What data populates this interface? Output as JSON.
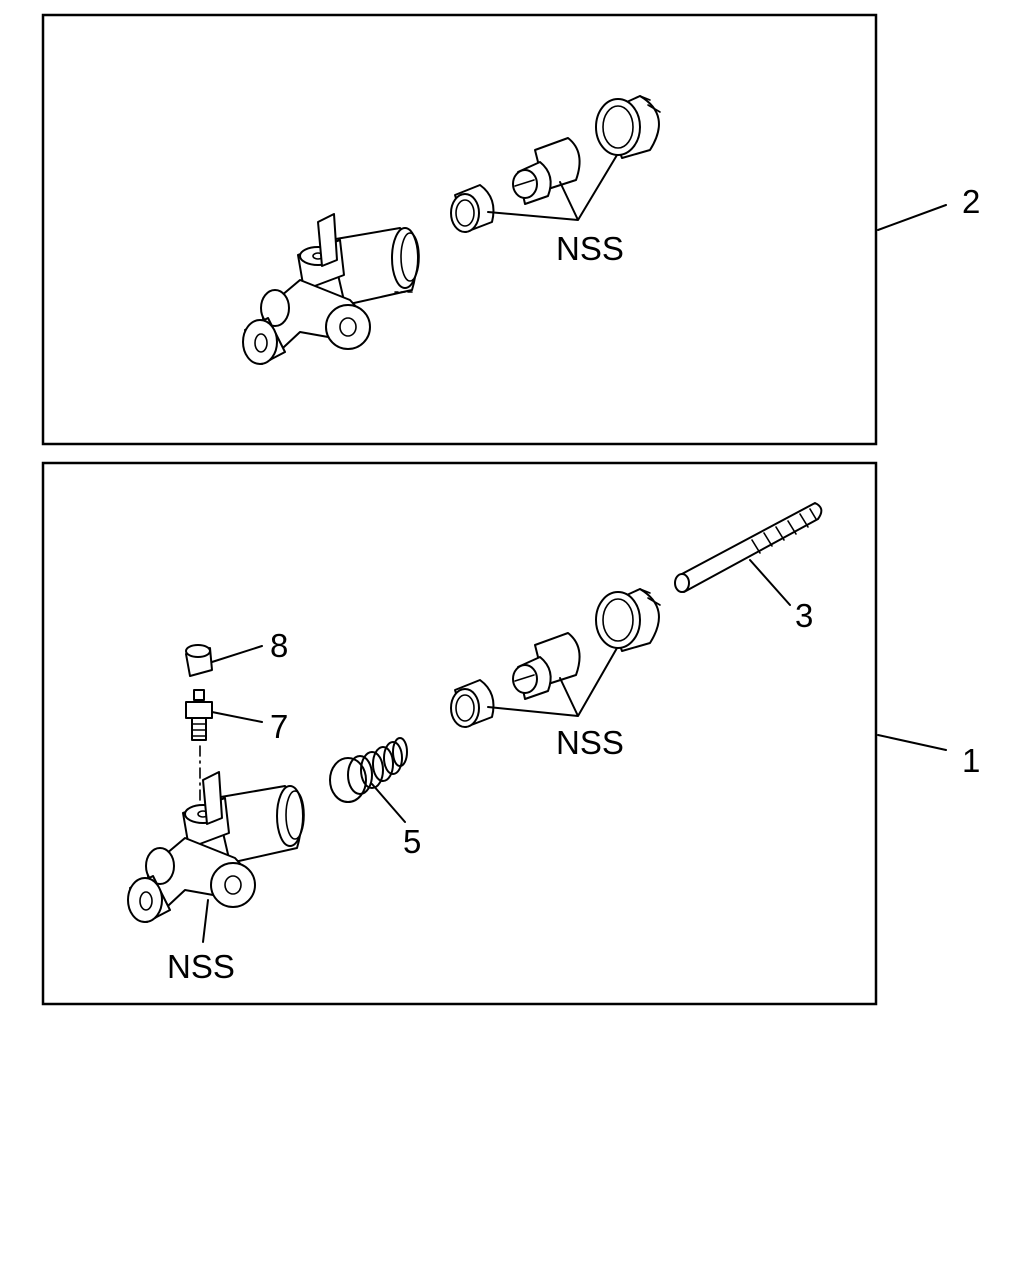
{
  "labels": {
    "assembly_upper": "2",
    "assembly_lower": "1",
    "nss_upper": "NSS",
    "nss_lower_kit": "NSS",
    "nss_lower_body": "NSS",
    "push_rod": "3",
    "spring": "5",
    "bleeder_screw": "7",
    "bleeder_cap": "8"
  }
}
